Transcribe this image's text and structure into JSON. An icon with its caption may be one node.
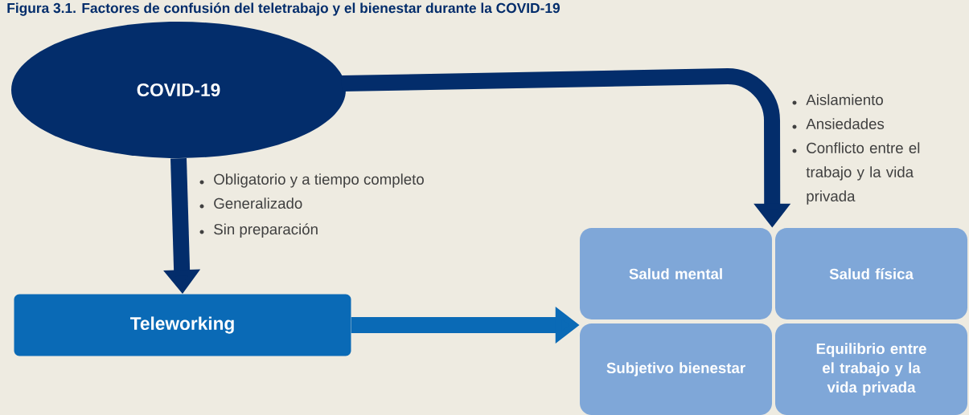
{
  "diagram": {
    "title": "Figura 3.1. Factores de confusión del teletrabajo y el bienestar durante la COVID-19",
    "nodes": [
      {
        "text": [
          "COVID-19"
        ]
      },
      {
        "text": [
          "Teleworking"
        ]
      },
      {
        "text": [
          "Salud mental"
        ]
      },
      {
        "text": [
          "Salud física"
        ]
      },
      {
        "text": [
          "Subjetivo bienestar"
        ]
      },
      {
        "text": [
          "Equilibrio entre el trabajo y la vida privada"
        ]
      }
    ],
    "edges": [
      {
        "from": 0,
        "to": 1,
        "arrow": "to"
      },
      {
        "from": 0,
        "to": 2,
        "arrow": "to"
      },
      {
        "from": 1,
        "to": 2,
        "arrow": "to",
        "color": "#0a6ab6"
      }
    ],
    "labels": [
      "Obligatorio y a tiempo completo",
      "Generalizado",
      "Sin preparación",
      "Aislamiento",
      "Ansiedades",
      "Conflicto entre el trabajo y la vida privada"
    ]
  }
}
